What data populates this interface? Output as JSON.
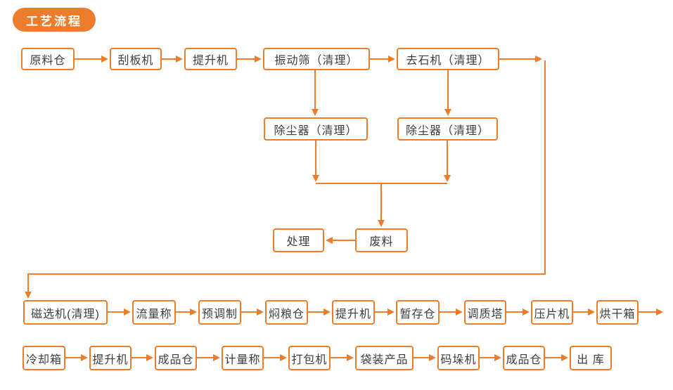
{
  "page": {
    "badge": "工艺流程"
  },
  "colors": {
    "accent": "#ED7D2B",
    "text": "#3C3C3C",
    "background": "#FFFFFF"
  },
  "flow": {
    "row1": [
      "原料仓",
      "刮板机",
      "提升机",
      "振动筛（清理）",
      "去石机（清理）"
    ],
    "dedusters": [
      "除尘器（清理）",
      "除尘器（清理）"
    ],
    "waste": {
      "dispose": "处理",
      "waste": "废料"
    },
    "row2": [
      "磁选机(清理)",
      "流量称",
      "预调制",
      "焖粮仓",
      "提升机",
      "暂存仓",
      "调质塔",
      "压片机",
      "烘干箱"
    ],
    "row3": [
      "冷却箱",
      "提升机",
      "成品仓",
      "计量称",
      "打包机",
      "袋装产品",
      "码垛机",
      "成品仓",
      "出 库"
    ]
  }
}
